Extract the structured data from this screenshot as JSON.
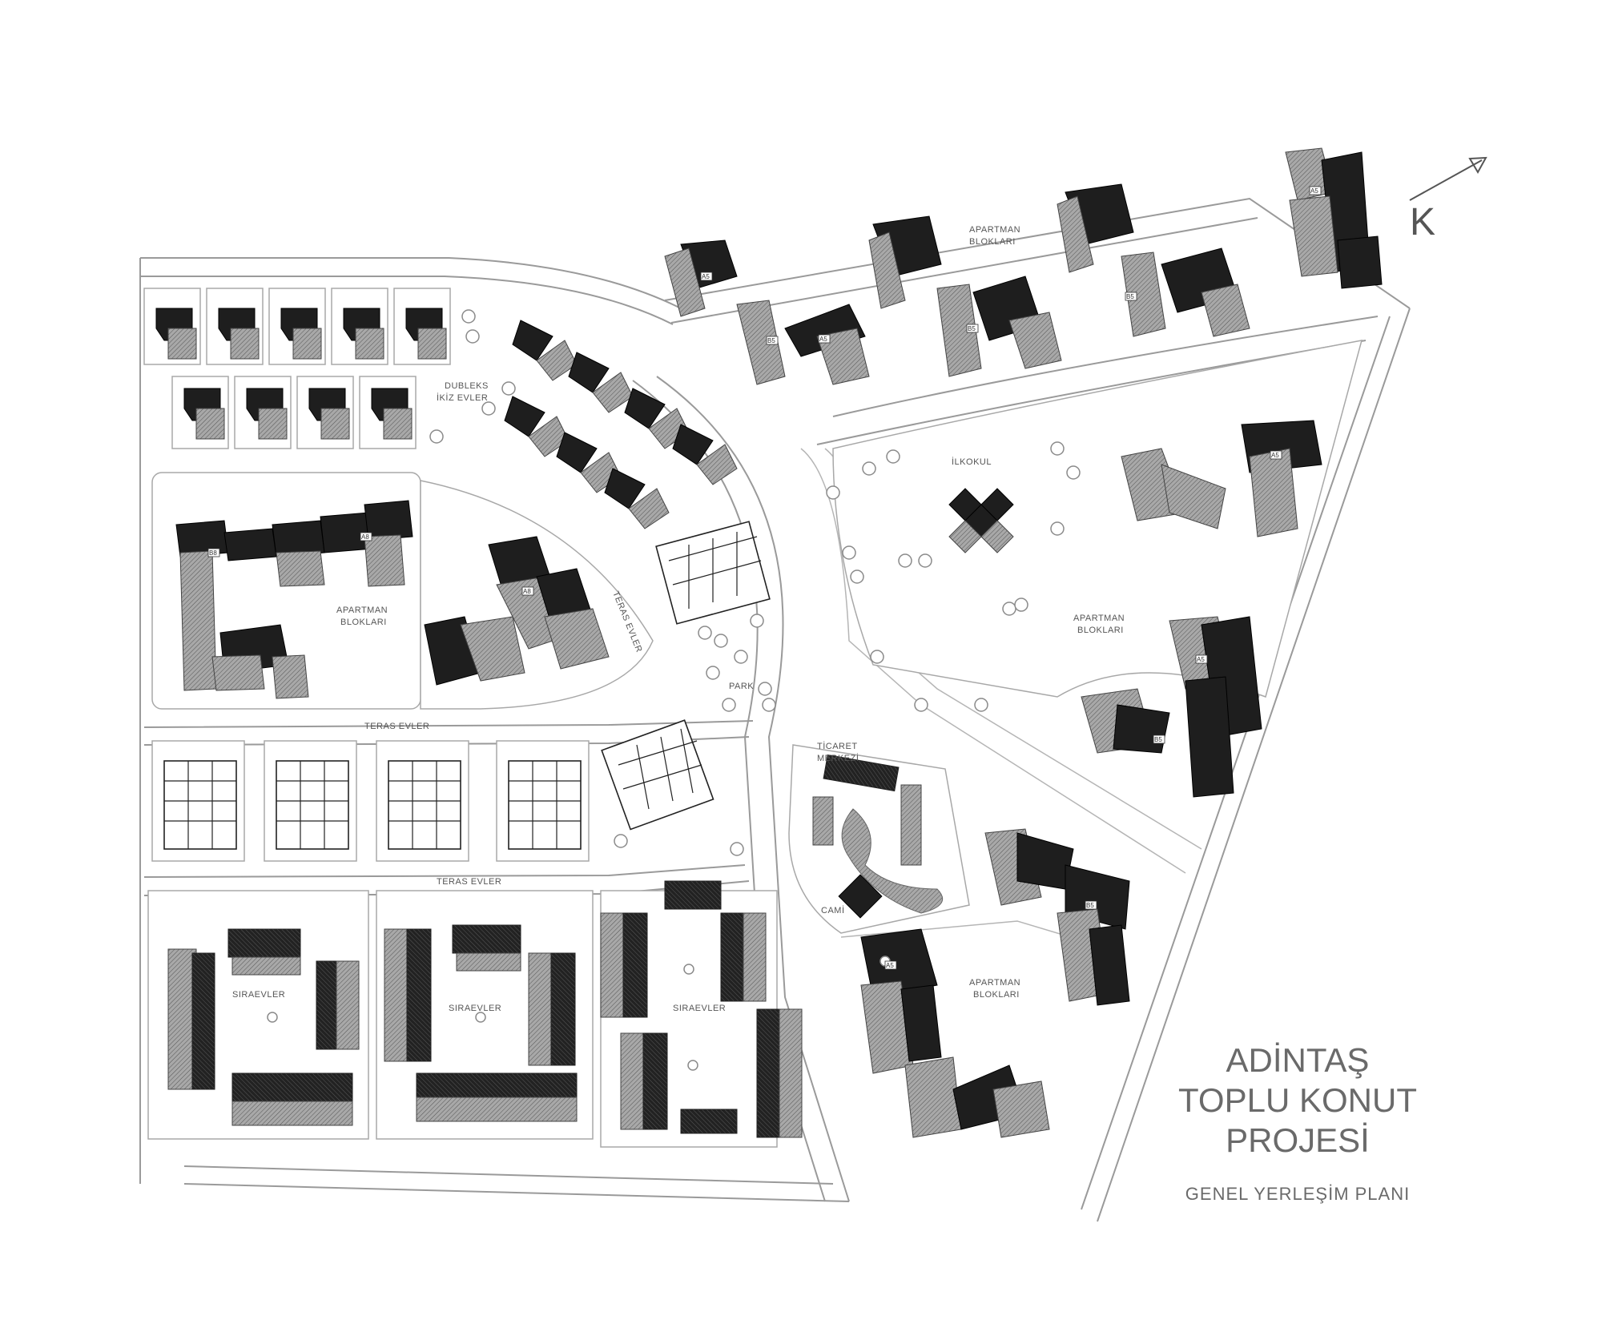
{
  "title": {
    "line1": "ADİNTAŞ",
    "line2": "TOPLU KONUT",
    "line3": "PROJESİ",
    "subtitle": "GENEL YERLEŞİM PLANI"
  },
  "north_label": "K",
  "labels": {
    "dubleks": "DUBLEKS",
    "ikiz_evler": "İKİZ EVLER",
    "apartman": "APARTMAN",
    "bloklari": "BLOKLARI",
    "teras_evler": "TERAS EVLER",
    "park": "PARK",
    "ilkokul": "İLKOKUL",
    "ticaret": "TİCARET",
    "merkezi": "MERKEZİ",
    "cami": "CAMİ",
    "siraevler": "SIRAEVLER"
  },
  "block_tags": [
    "A5",
    "B5",
    "A8",
    "B8"
  ],
  "colors": {
    "dark_roof": "#1e1e1e",
    "light_roof": "#9c9c9c",
    "road": "#9a9a9a",
    "title": "#6a6a6a"
  }
}
